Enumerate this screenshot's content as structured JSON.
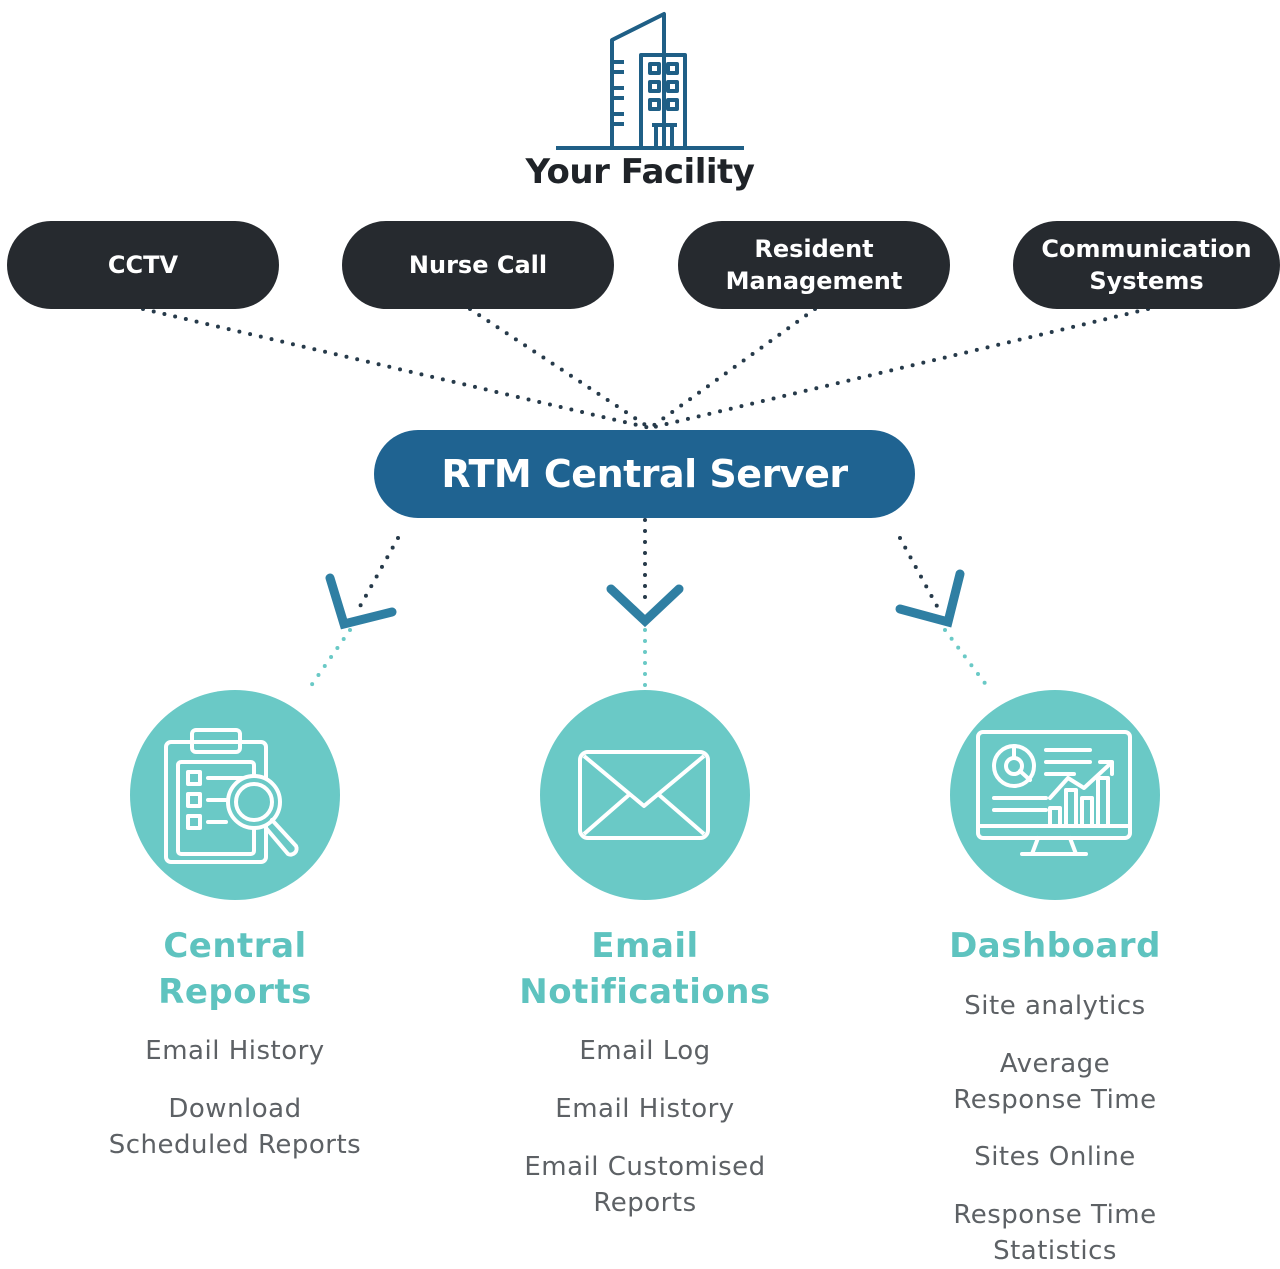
{
  "facility": {
    "title": "Your Facility",
    "icon": "building-icon"
  },
  "sources": [
    {
      "label": "CCTV"
    },
    {
      "label": "Nurse Call"
    },
    {
      "label": "Resident\nManagement"
    },
    {
      "label": "Communication\nSystems"
    }
  ],
  "server": {
    "label": "RTM Central Server"
  },
  "outputs": [
    {
      "icon": "clipboard-search-icon",
      "title": "Central\nReports",
      "items": [
        "Email History",
        "Download\nScheduled Reports"
      ]
    },
    {
      "icon": "envelope-icon",
      "title": "Email\nNotifications",
      "items": [
        "Email Log",
        "Email History",
        "Email Customised\nReports"
      ]
    },
    {
      "icon": "dashboard-monitor-icon",
      "title": "Dashboard",
      "items": [
        "Site analytics",
        "Average\nResponse Time",
        "Sites Online",
        "Response Time\nStatistics"
      ]
    }
  ],
  "colors": {
    "dark": "#262a2f",
    "server_blue": "#1f6391",
    "teal": "#6ac9c6",
    "teal_text": "#5ec3bf",
    "chevron": "#2f7fa3",
    "gray_text": "#5d6165"
  }
}
